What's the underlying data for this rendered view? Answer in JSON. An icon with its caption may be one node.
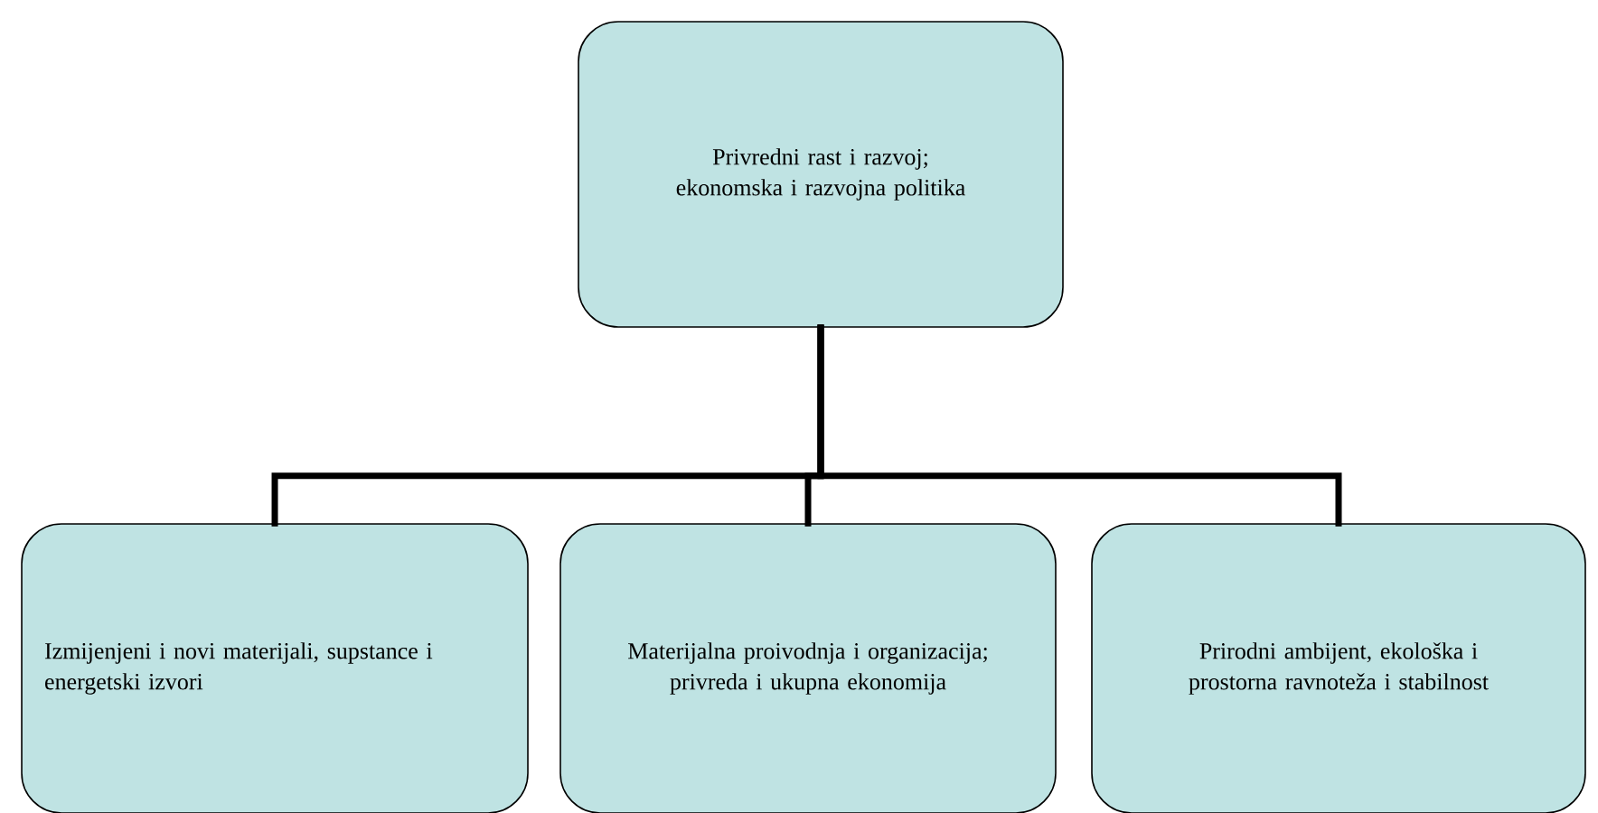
{
  "diagram": {
    "nodes": [
      {
        "text": [
          "Privredni rast i razvoj; ekonomska i razvojna politika"
        ]
      },
      {
        "text": [
          "Izmijenjeni i novi materijali, supstance i energetski izvori"
        ]
      },
      {
        "text": [
          "Materijalna proivodnja i organizacija; privreda i ukupna ekonomija"
        ]
      },
      {
        "text": [
          "Prirodni ambijent, ekološka i prostorna ravnoteža i stabilnost"
        ]
      }
    ],
    "edges": [
      {
        "from": 0,
        "to": 1,
        "arrow": "none"
      },
      {
        "from": 0,
        "to": 2,
        "arrow": "none"
      },
      {
        "from": 0,
        "to": 3,
        "arrow": "none"
      }
    ]
  }
}
